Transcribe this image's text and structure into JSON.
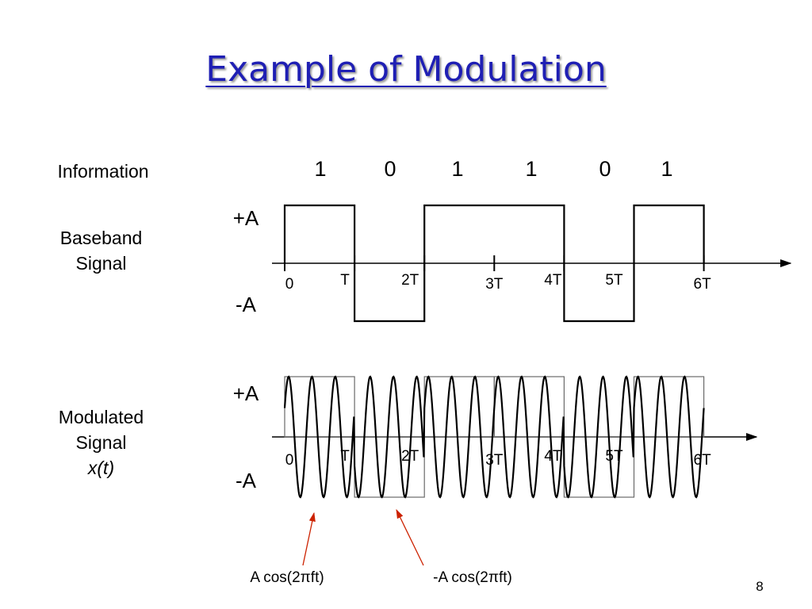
{
  "title": "Example of Modulation",
  "labels": {
    "information": "Information",
    "baseband": [
      "Baseband",
      "Signal"
    ],
    "modulated": [
      "Modulated",
      "Signal",
      "x(t)"
    ]
  },
  "bits": [
    "1",
    "0",
    "1",
    "1",
    "0",
    "1"
  ],
  "baseband": {
    "amplitude_pos": "+A",
    "amplitude_neg": "-A",
    "ticks": [
      "0",
      "T",
      "2T",
      "3T",
      "4T",
      "5T",
      "6T"
    ]
  },
  "modulated": {
    "amplitude_pos": "+A",
    "amplitude_neg": "-A",
    "ticks": [
      "0",
      "T",
      "2T",
      "3T",
      "4T",
      "5T",
      "6T"
    ],
    "cycles_per_bit": 3
  },
  "callouts": {
    "positive": "A cos(2πft)",
    "negative": "-A cos(2πft)"
  },
  "slide_number": "8",
  "colors": {
    "title": "#1f1fb4",
    "arrow": "#cc2200",
    "line": "#000000",
    "box": "#6a6a6a"
  }
}
